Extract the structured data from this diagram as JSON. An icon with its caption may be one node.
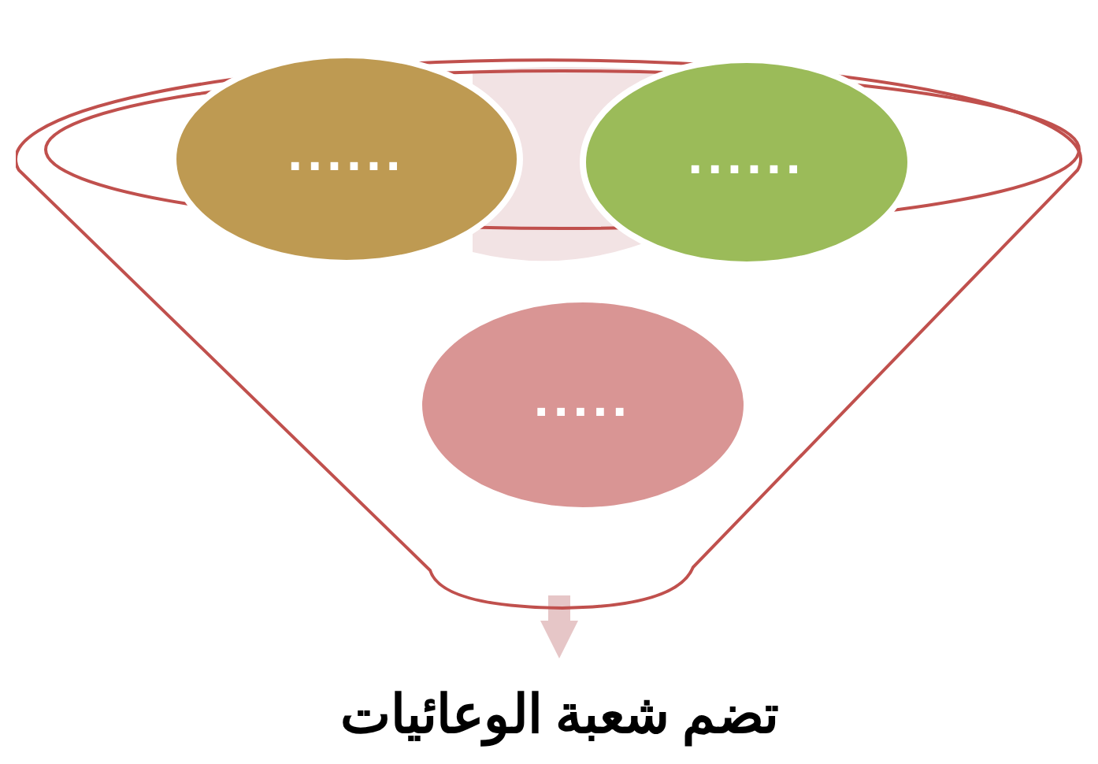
{
  "diagram": {
    "nodes": [
      {
        "text": [],
        "shape": "funnel"
      },
      {
        "text": [
          "......"
        ],
        "in": 0
      },
      {
        "text": [
          "......"
        ],
        "in": 0
      },
      {
        "text": [
          "....."
        ],
        "in": 0
      },
      {
        "text": [
          "تضم شعبة الوعائيات"
        ]
      }
    ],
    "edges": [
      {
        "from": 0,
        "to": 4,
        "arrow": "to"
      }
    ]
  }
}
